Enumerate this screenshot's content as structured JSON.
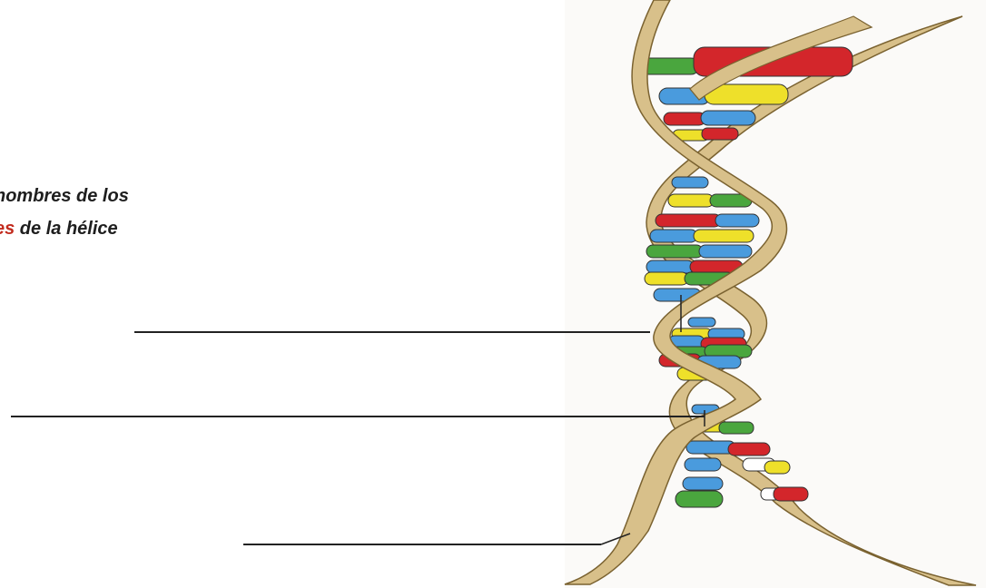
{
  "instructions": {
    "line1": "nombres de los",
    "line2_highlight": "es",
    "line2_rest": " de la hélice"
  },
  "colors": {
    "backbone": "#d8c08a",
    "backbone_edge": "#7a6230",
    "red": "#d3262b",
    "green": "#4aa63e",
    "blue": "#4a9bdd",
    "yellow": "#eee02a",
    "leader_line": "#222222"
  }
}
